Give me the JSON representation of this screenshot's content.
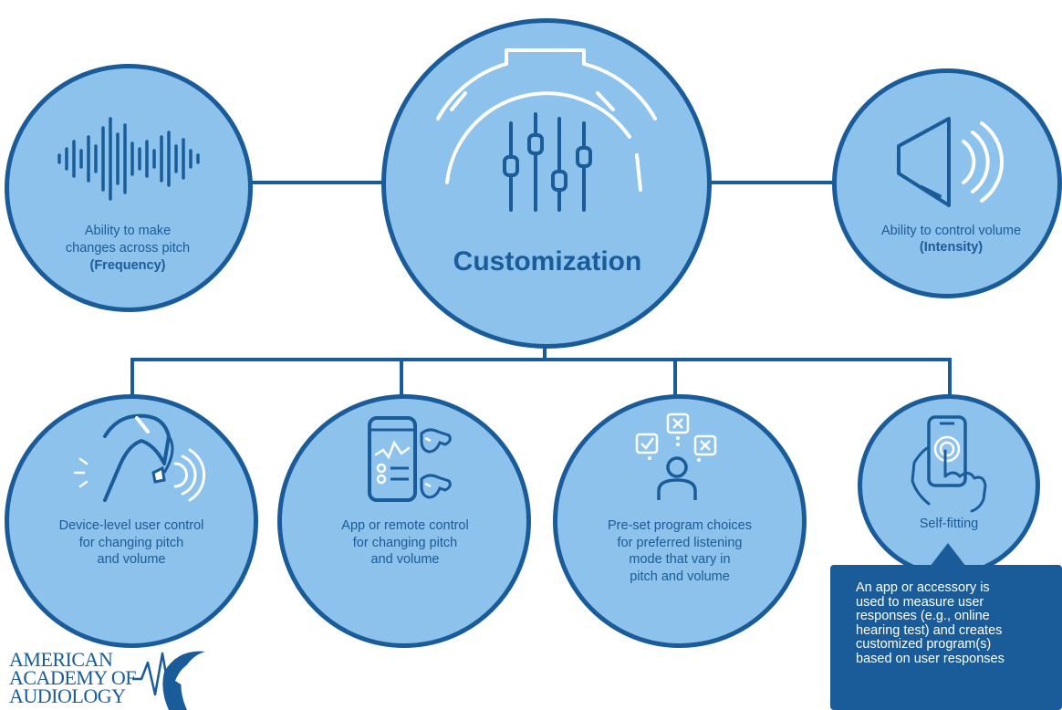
{
  "center": {
    "title": "Customization"
  },
  "left": {
    "line1": "Ability to make",
    "line2": "changes across pitch",
    "emphasis": "(Frequency)"
  },
  "right": {
    "line1": "Ability to control volume",
    "emphasis": "(Intensity)"
  },
  "bottom": [
    {
      "lines": [
        "Device-level user control",
        "for changing pitch",
        "and volume"
      ]
    },
    {
      "lines": [
        "App or remote control",
        "for changing pitch",
        "and volume"
      ]
    },
    {
      "lines": [
        "Pre-set program choices",
        "for preferred listening",
        "mode that vary in",
        "pitch and volume"
      ]
    },
    {
      "lines": [
        "Self-fitting"
      ]
    }
  ],
  "callout": {
    "lines": [
      "An app or accessory is",
      "used to measure user",
      "responses (e.g., online",
      "hearing test) and creates",
      "customized program(s)",
      "based on user responses"
    ]
  },
  "logo": {
    "lines": [
      "AMERICAN",
      "ACADEMY OF",
      "AUDIOLOGY"
    ]
  },
  "colors": {
    "dark_blue": "#1a5c99",
    "light_blue": "#8cc2eb",
    "white": "#ffffff"
  },
  "icons": [
    "sound-wave-icon",
    "equalizer-sliders-icon",
    "speaker-volume-icon",
    "hearing-aid-icon",
    "phone-app-icon",
    "person-thought-bubbles-icon",
    "hand-phone-touch-icon",
    "academy-logo-icon"
  ]
}
